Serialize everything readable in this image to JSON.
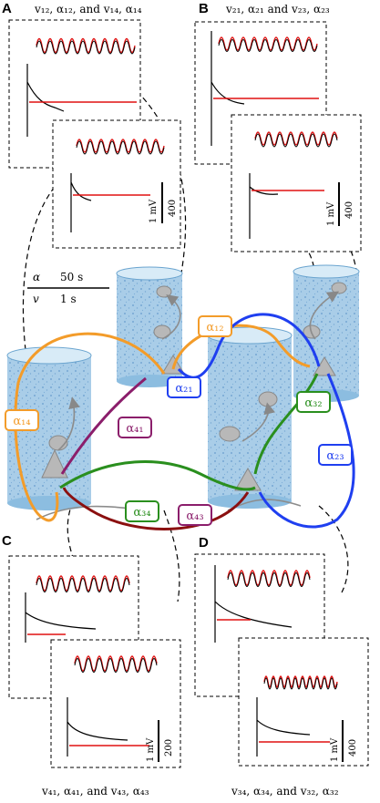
{
  "panels": {
    "A": {
      "letter": "A",
      "caption": "v₁₂, α₁₂, and v₁₄, α₁₄",
      "scale_v": "1 mV",
      "scale_n": "400"
    },
    "B": {
      "letter": "B",
      "caption": "v₂₁, α₂₁ and v₂₃, α₂₃",
      "scale_v": "1 mV",
      "scale_n": "400"
    },
    "C": {
      "letter": "C",
      "caption": "v₄₁, α₄₁, and v₄₃, α₄₃",
      "scale_v": "1 mV",
      "scale_n": "200"
    },
    "D": {
      "letter": "D",
      "caption": "v₃₄, α₃₄, and v₃₂, α₃₂",
      "scale_v": "1 mV",
      "scale_n": "400"
    }
  },
  "timescale": {
    "alpha_sym": "α",
    "alpha_val": "50 s",
    "v_sym": "v",
    "v_val": "1 s"
  },
  "edges": {
    "a12": "α₁₂",
    "a21": "α₂₁",
    "a14": "α₁₄",
    "a41": "α₄₁",
    "a32": "α₃₂",
    "a23": "α₂₃",
    "a34": "α₃₄",
    "a43": "α₄₃"
  },
  "colors": {
    "a12": "#f39c2a",
    "a21": "#1f3ff0",
    "a14": "#f39c2a",
    "a41": "#8b1e6b",
    "a32": "#2a8f1e",
    "a23": "#1f3ff0",
    "a34": "#2a8f1e",
    "a43": "#8b1e6b",
    "burgundy": "#8b1010",
    "cyl": "#a9cde8",
    "cylDark": "#6aa4cf",
    "neuron": "#b8b8b8",
    "trace_red": "#e01010",
    "trace_black": "#000000"
  }
}
